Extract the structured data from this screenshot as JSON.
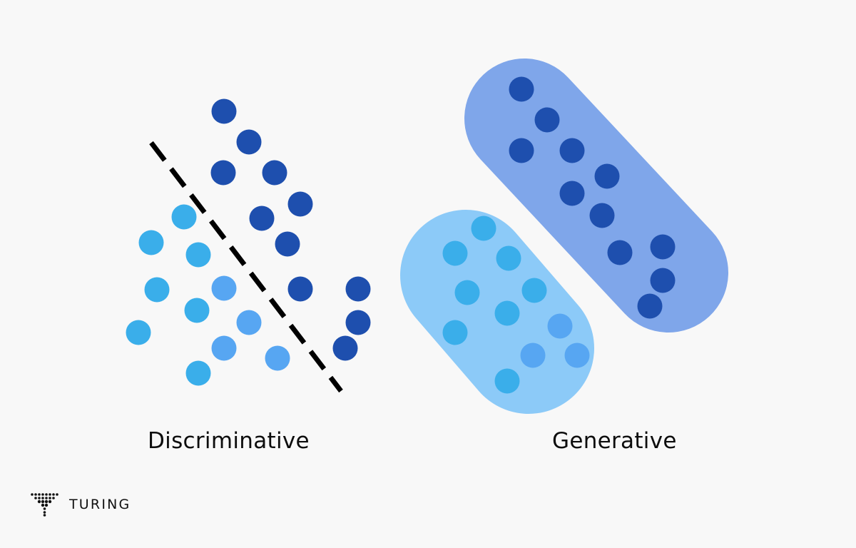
{
  "labels": {
    "discriminative": "Discriminative",
    "generative": "Generative"
  },
  "brand": {
    "name": "TURING",
    "logo_icon": "turing-dotted-t-logo"
  },
  "colors": {
    "background": "#f8f8f8",
    "dark_dot": "#1e4fae",
    "light_dot": "#3aaeea",
    "medium_dot": "#57a6f2",
    "dark_cluster_region": "#7fa6ea",
    "light_cluster_region": "#8ccaf8",
    "boundary_line": "#000000",
    "text": "#0d0d0d"
  },
  "diagram": {
    "discriminative": {
      "boundary_style": "dashed line separating two classes"
    },
    "generative": {
      "region_style": "rounded capsule enclosing each class"
    }
  }
}
